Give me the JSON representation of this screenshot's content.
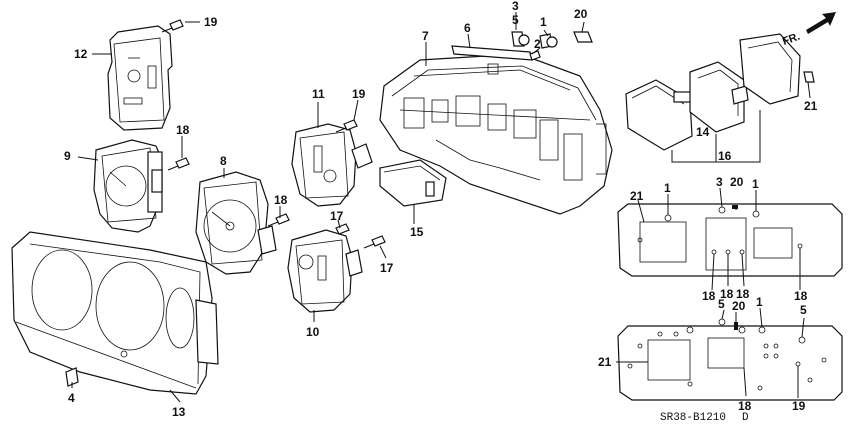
{
  "diagram": {
    "direction_label": "FR.",
    "drawing_code": "SR38-B1210",
    "drawing_suffix": "D",
    "callouts": {
      "c1": "1",
      "c2": "2",
      "c3": "3",
      "c4": "4",
      "c5": "5",
      "c6": "6",
      "c7": "7",
      "c8": "8",
      "c9": "9",
      "c10": "10",
      "c11": "11",
      "c12": "12",
      "c13": "13",
      "c14": "14",
      "c15": "15",
      "c16": "16",
      "c17": "17",
      "c18": "18",
      "c19": "19",
      "c20": "20",
      "c21": "21"
    }
  }
}
